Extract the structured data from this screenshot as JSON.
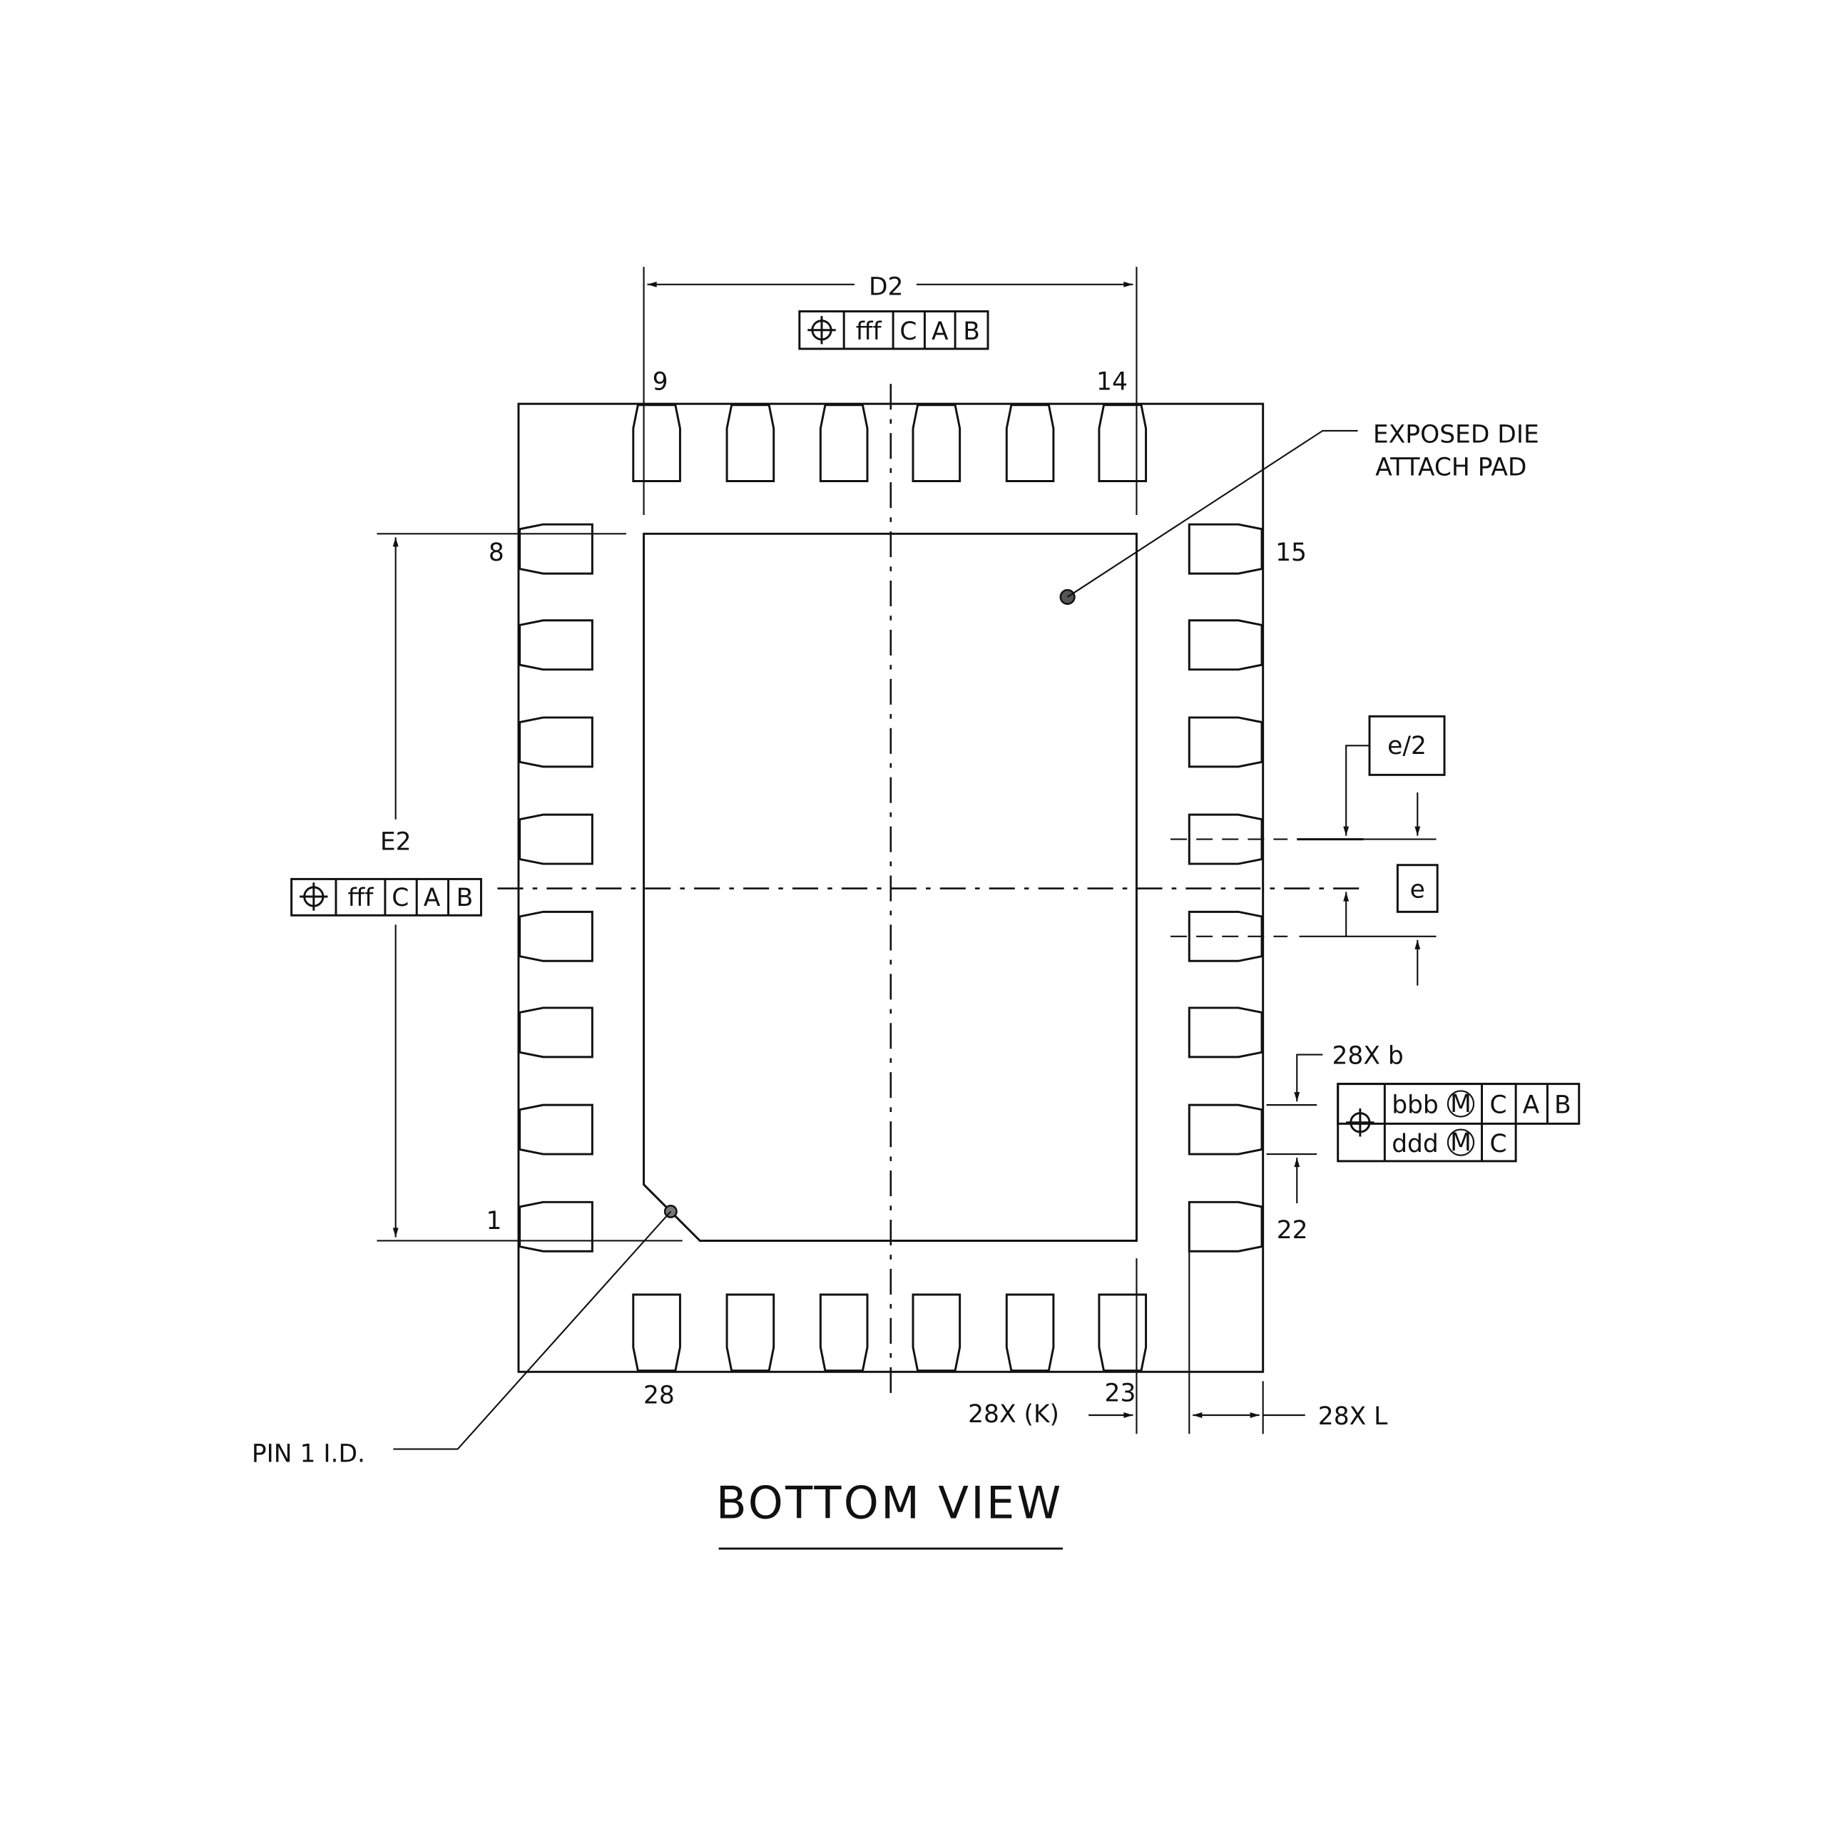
{
  "title": "BOTTOM VIEW",
  "dimensions": {
    "d2": "D2",
    "e2": "E2",
    "pitch_half": "e/2",
    "pitch": "e",
    "lead_width": "28X b",
    "lead_k": "28X (K)",
    "lead_length": "28X L"
  },
  "fcf_top": {
    "symbol": "⌖",
    "tol": "fff",
    "datums": [
      "C",
      "A",
      "B"
    ]
  },
  "fcf_left": {
    "symbol": "⌖",
    "tol": "fff",
    "datums": [
      "C",
      "A",
      "B"
    ]
  },
  "fcf_lead": {
    "symbol": "⌖",
    "row1_tol": "bbb",
    "row1_mod": "M",
    "row1_datums": [
      "C",
      "A",
      "B"
    ],
    "row2_tol": "ddd",
    "row2_mod": "M",
    "row2_datums": [
      "C"
    ]
  },
  "callouts": {
    "exposed_pad_line1": "EXPOSED DIE",
    "exposed_pad_line2": "ATTACH PAD",
    "pin1": "PIN 1 I.D."
  },
  "pins": {
    "p9": "9",
    "p14": "14",
    "p8": "8",
    "p15": "15",
    "p1": "1",
    "p22": "22",
    "p28": "28",
    "p23": "23"
  }
}
